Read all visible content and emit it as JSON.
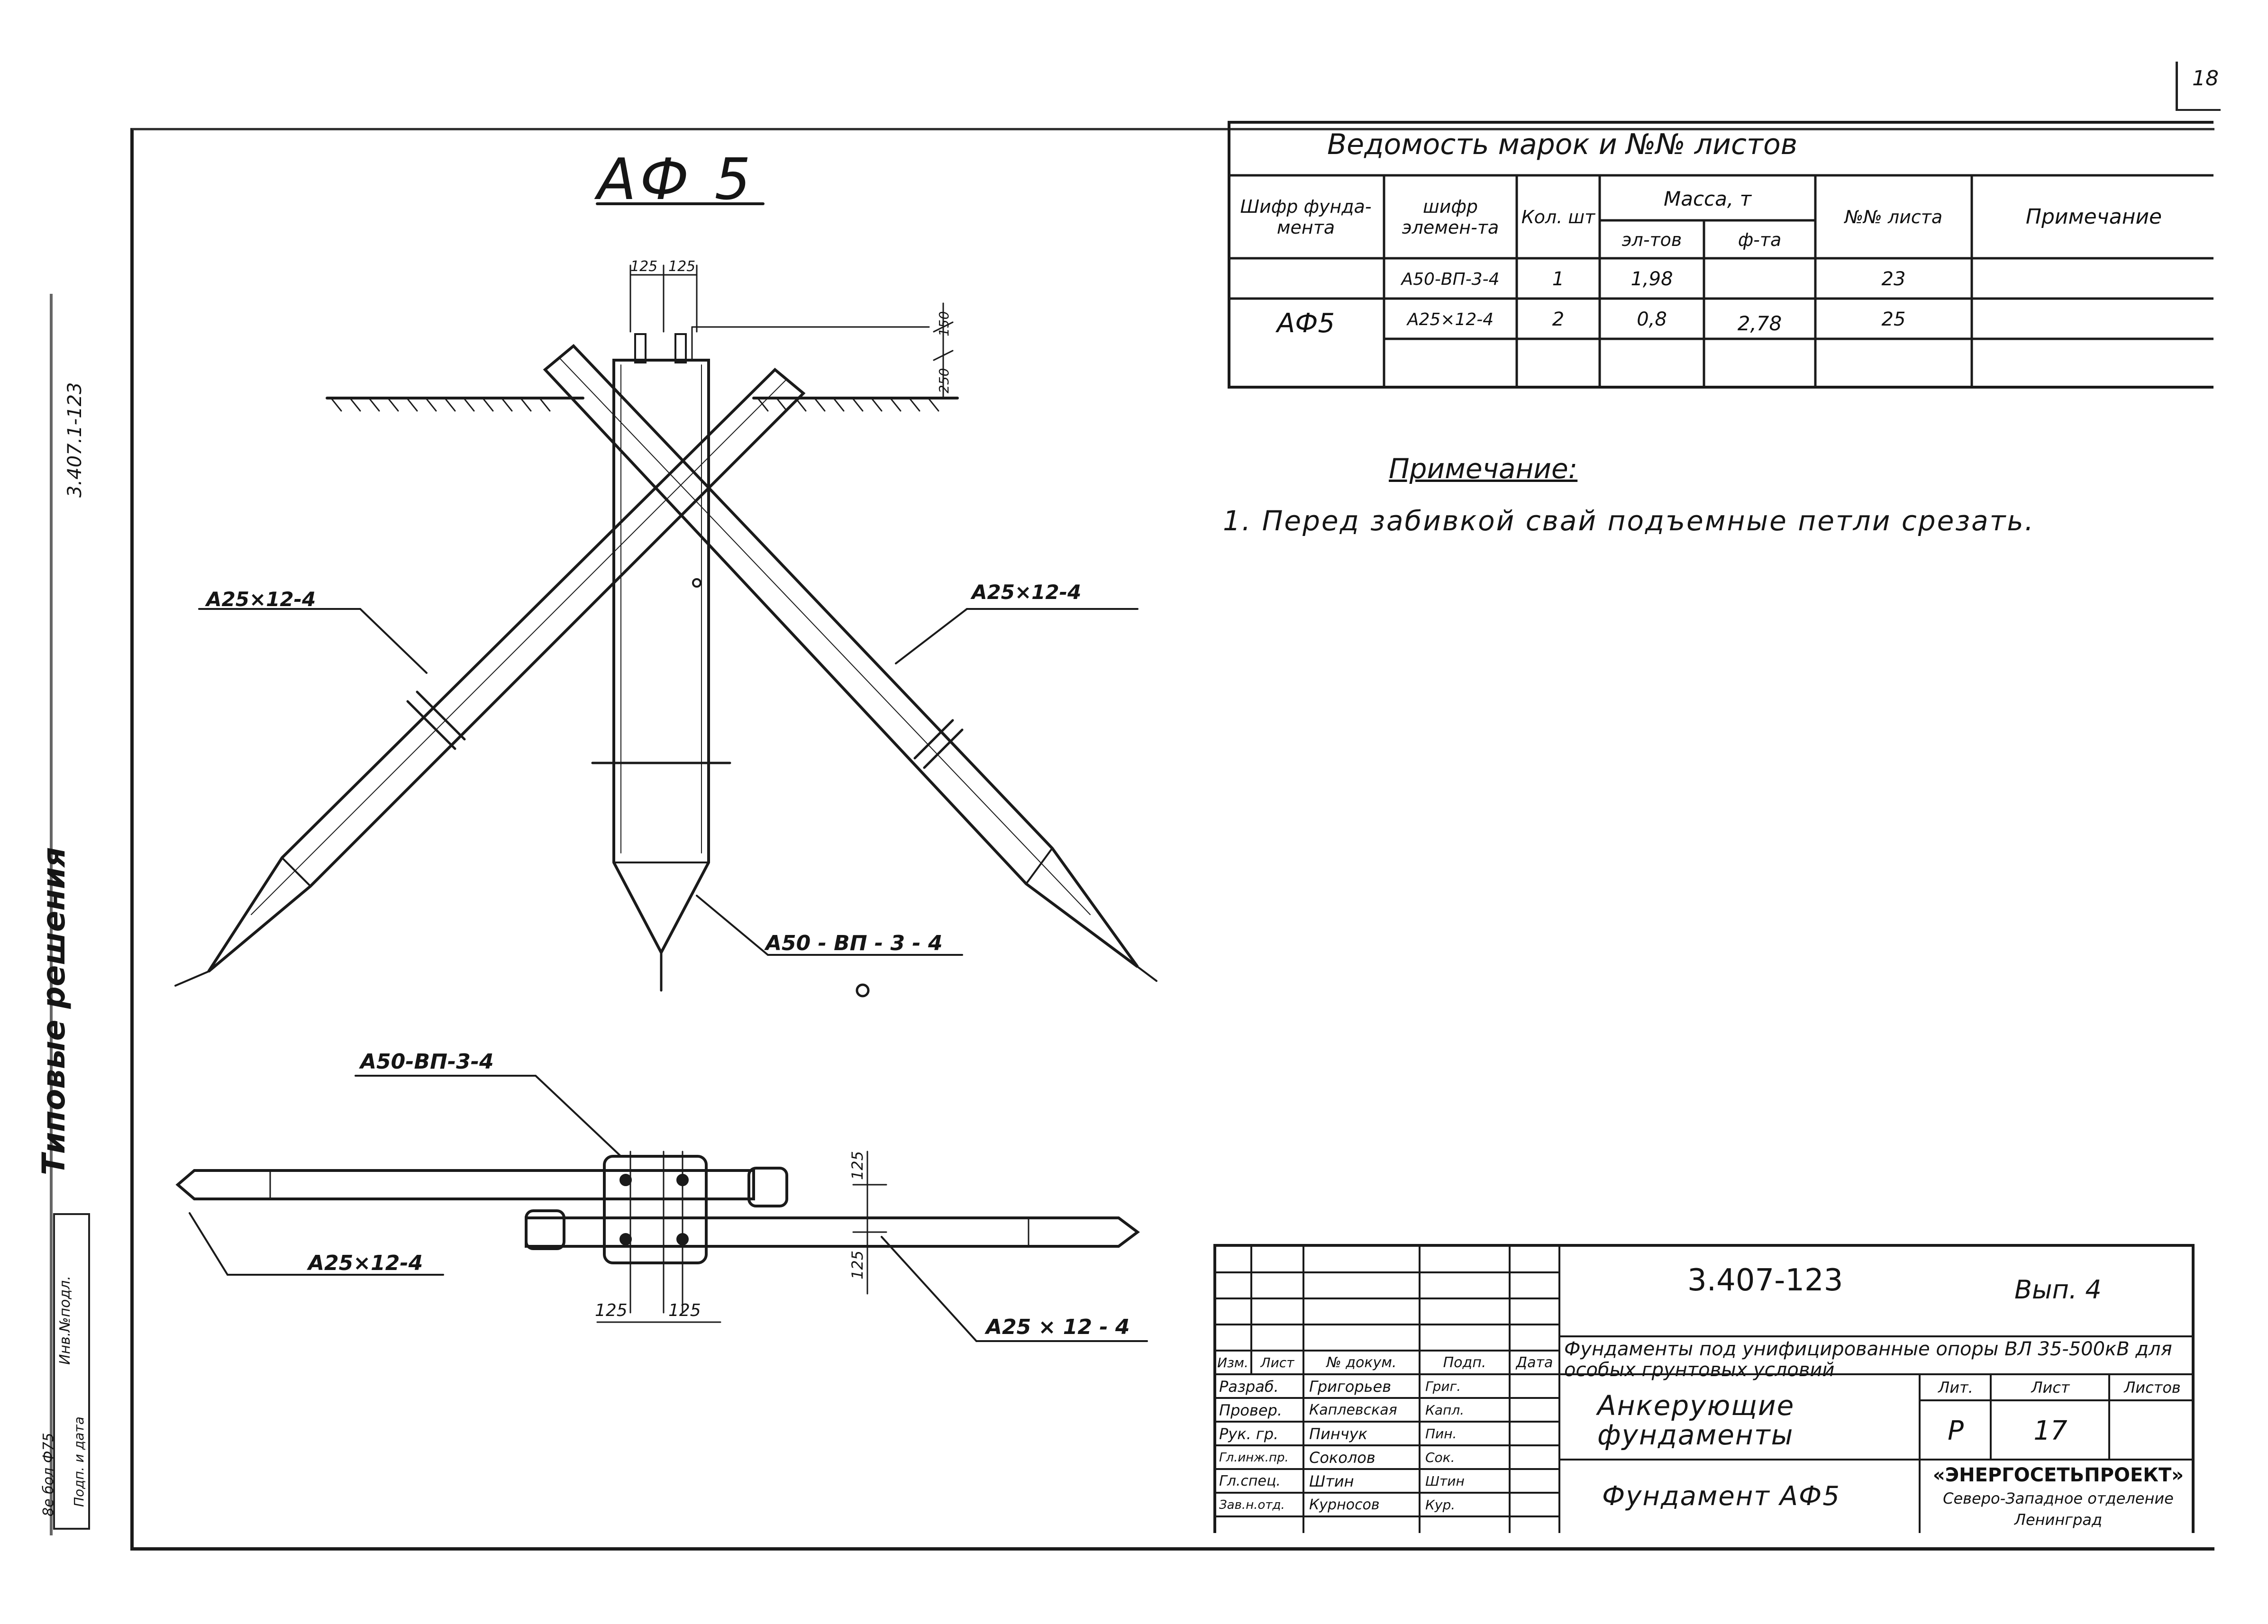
{
  "side_strip": {
    "doc_code_vertical": "3.407.1-123",
    "series_vertical": "Типовые решения",
    "inv_label": "Инв.№подл.",
    "sign_label": "Подп. и дата",
    "code_small": "8е бол Ф75"
  },
  "corner_page_mark": "18",
  "drawing": {
    "title": "АФ 5",
    "top_dims": [
      "125",
      "125"
    ],
    "right_dims": [
      "150",
      "250"
    ],
    "labels": {
      "left_pile": "А25×12-4",
      "right_pile": "А25×12-4",
      "center_pile": "А50 - ВП - 3 - 4",
      "plan_center": "А50-ВП-3-4",
      "plan_left": "А25×12-4",
      "plan_right": "А25 × 12 - 4"
    },
    "plan_dims": {
      "right_top": "125",
      "right_bottom": "125",
      "bottom_left": "125",
      "bottom_right": "125"
    }
  },
  "schedule": {
    "title": "Ведомость марок и №№ листов",
    "headers": {
      "foundation_code": "Шифр фунда-мента",
      "element_code": "шифр элемен-та",
      "qty": "Кол. шт",
      "mass": "Масса, т",
      "mass_element": "эл-тов",
      "mass_foundation": "ф-та",
      "sheet_no": "№№ листа",
      "note": "Примечание"
    },
    "rows": [
      {
        "element": "А50-ВП-3-4",
        "qty": "1",
        "mass": "1,98",
        "sheet": "23"
      },
      {
        "element": "А25×12-4",
        "qty": "2",
        "mass": "0,8",
        "sheet": "25"
      }
    ],
    "foundation": "АФ5",
    "foundation_mass": "2,78"
  },
  "note": {
    "heading": "Примечание:",
    "text": "1. Перед забивкой свай подъемные петли срезать."
  },
  "title_block": {
    "doc_number": "3.407-123",
    "issue": "Вып. 4",
    "project_title": "Фундаменты под унифицированные опоры ВЛ 35-500кВ для особых грунтовых условий",
    "headers": {
      "izm": "Изм.",
      "list": "Лист",
      "doc_no": "№ докум.",
      "sign": "Подп.",
      "date": "Дата"
    },
    "roles": [
      {
        "role": "Разраб.",
        "name": "Григорьев",
        "sig": "Григ."
      },
      {
        "role": "Провер.",
        "name": "Каплевская",
        "sig": "Капл."
      },
      {
        "role": "Рук. гр.",
        "name": "Пинчук",
        "sig": "Пин."
      },
      {
        "role": "Гл.инж.пр.",
        "name": "Соколов",
        "sig": "Сок."
      },
      {
        "role": "Гл.спец.",
        "name": "Штин",
        "sig": "Штин"
      },
      {
        "role": "Зав.н.отд.",
        "name": "Курносов",
        "sig": "Кур."
      }
    ],
    "name1": "Анкерующие фундаменты",
    "name2": "Фундамент АФ5",
    "stage_label": "Лит.",
    "sheet_label": "Лист",
    "sheets_label": "Листов",
    "stage": "Р",
    "sheet": "17",
    "org": "«ЭНЕРГОСЕТЬПРОЕКТ»",
    "org_branch": "Северо-Западное отделение",
    "city": "Ленинград"
  }
}
